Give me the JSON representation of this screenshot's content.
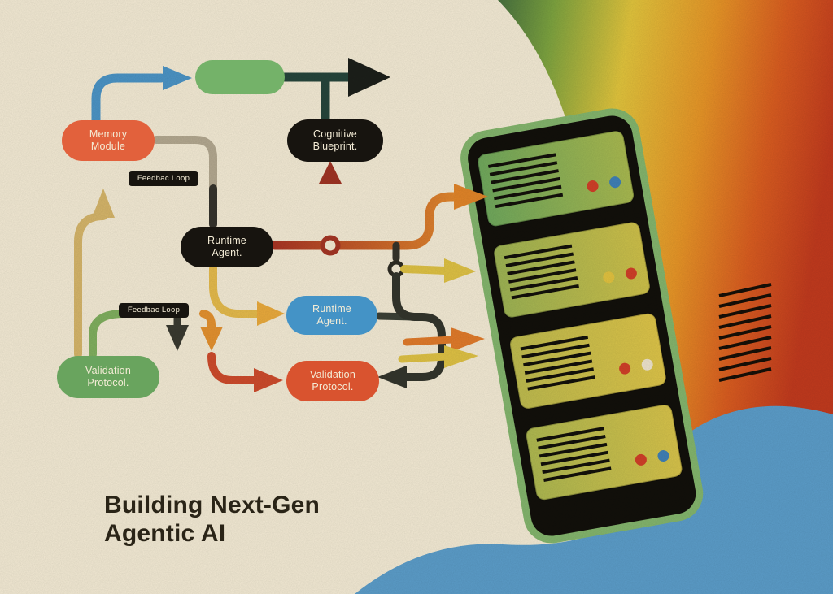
{
  "title": "Building Next-Gen\nAgentic AI",
  "diagram": {
    "nodes": {
      "memory": {
        "label": "Memory\nModule",
        "color": "#e2613c"
      },
      "process_pill": {
        "label": "",
        "color": "#74b269"
      },
      "cognitive": {
        "label": "Cognitive\nBlueprint.",
        "color": "#17140f"
      },
      "runtime_primary": {
        "label": "Runtime\nAgent.",
        "color": "#17140f"
      },
      "runtime_secondary": {
        "label": "Runtime\nAgent.",
        "color": "#4493c6"
      },
      "validation_green": {
        "label": "Validation\nProtocol.",
        "color": "#69a45e"
      },
      "validation_red": {
        "label": "Validation\nProtocol.",
        "color": "#d9532f"
      },
      "feedback_top": {
        "label": "Feedbac Loop",
        "color": "#17140f"
      },
      "feedback_bottom": {
        "label": "Feedbac Loop",
        "color": "#17140f"
      }
    }
  },
  "palette": {
    "background": "#f2e9d3",
    "line_blue": "#4b93c4",
    "line_teal": "#26453b",
    "line_yellow": "#ddc044",
    "line_orange": "#df7f28",
    "line_red": "#b03a28",
    "line_green": "#7fae5e",
    "server_green": "#83b46c",
    "server_yellow": "#e0c33c",
    "server_orange": "#e59427",
    "server_red": "#c03a1e",
    "blob_blue": "#5b9cc8"
  }
}
